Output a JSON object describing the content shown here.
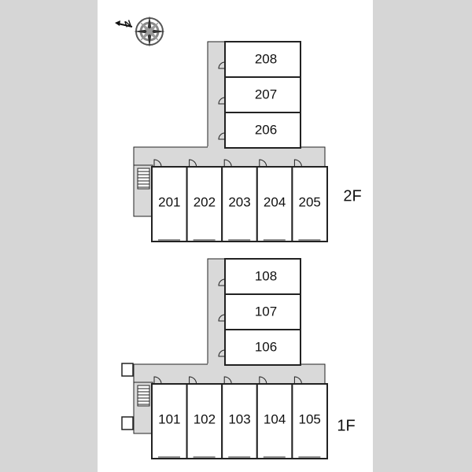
{
  "compass": {
    "north_label": "N"
  },
  "floors": [
    {
      "label": "2F",
      "rooms_side": [
        "208",
        "207",
        "206"
      ],
      "rooms_main": [
        "201",
        "202",
        "203",
        "204",
        "205"
      ]
    },
    {
      "label": "1F",
      "rooms_side": [
        "108",
        "107",
        "106"
      ],
      "rooms_main": [
        "101",
        "102",
        "103",
        "104",
        "105"
      ]
    }
  ],
  "colors": {
    "background": "#ffffff",
    "side_margin": "#d6d6d6",
    "corridor": "#d9d9d9",
    "wall": "#222222"
  }
}
